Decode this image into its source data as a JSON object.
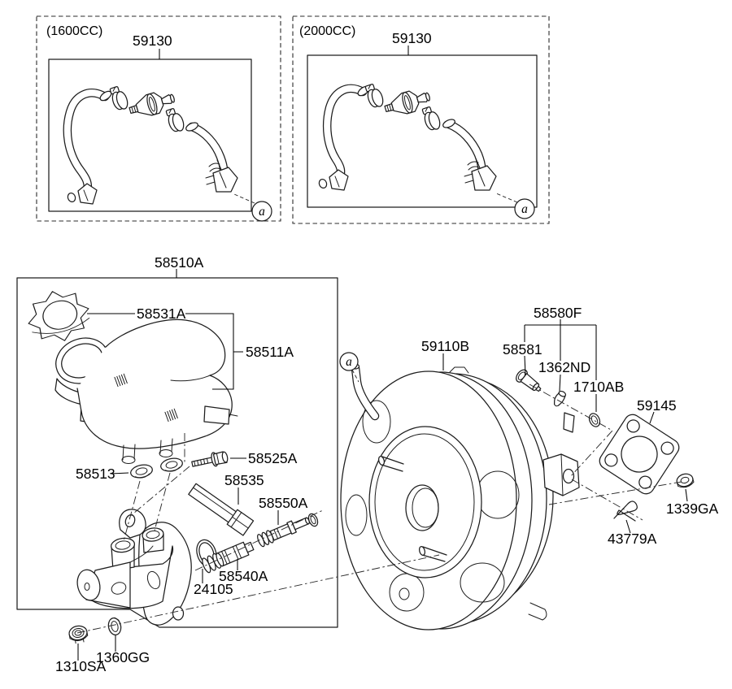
{
  "page": {
    "background": "#ffffff",
    "line_color": "#1d1d1d"
  },
  "variant_boxes": [
    {
      "variant_label": "(1600CC)",
      "part_number": "59130",
      "callout": "a"
    },
    {
      "variant_label": "(2000CC)",
      "part_number": "59130",
      "callout": "a"
    }
  ],
  "master_cylinder_box": {
    "assembly": "58510A",
    "cap": "58531A",
    "reservoir": "58511A",
    "screw": "58525A",
    "grommet": "58513",
    "retainer": "58535",
    "piston_secondary": "58550A",
    "piston_primary": "58540A",
    "o_ring": "24105"
  },
  "booster": {
    "part_number": "59110B",
    "callout": "a",
    "pin_kit": "58580F",
    "pin": "58581",
    "clip": "1362ND",
    "o_ring": "1710AB",
    "gasket": "59145",
    "nut": "1339GA",
    "snap_pin": "43779A"
  },
  "mounting": {
    "nut": "1310SA",
    "washer": "1360GG"
  }
}
